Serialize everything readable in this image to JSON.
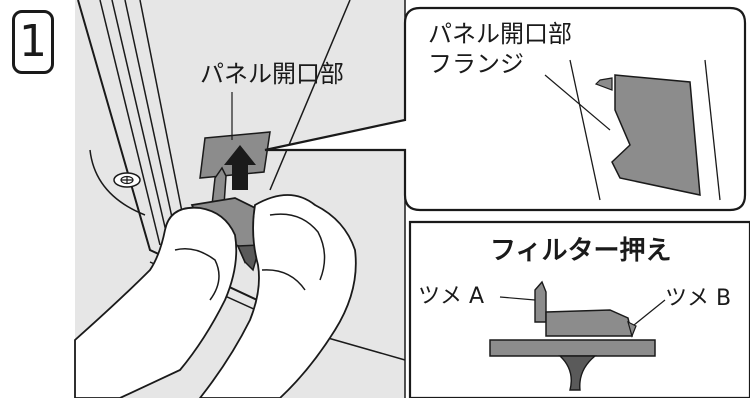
{
  "step": {
    "number": "1"
  },
  "main_scene": {
    "label_panel_opening": "パネル開口部"
  },
  "callout_top": {
    "label_line1": "パネル開口部",
    "label_line2": "フランジ"
  },
  "callout_bottom": {
    "title": "フィルター押え",
    "label_claw_a": "ツメ A",
    "label_claw_b": "ツメ B"
  },
  "colors": {
    "line": "#1a1a1a",
    "panel_gray": "#e6e6e6",
    "part_gray": "#8c8c8c",
    "part_dark": "#5a5a5a"
  }
}
